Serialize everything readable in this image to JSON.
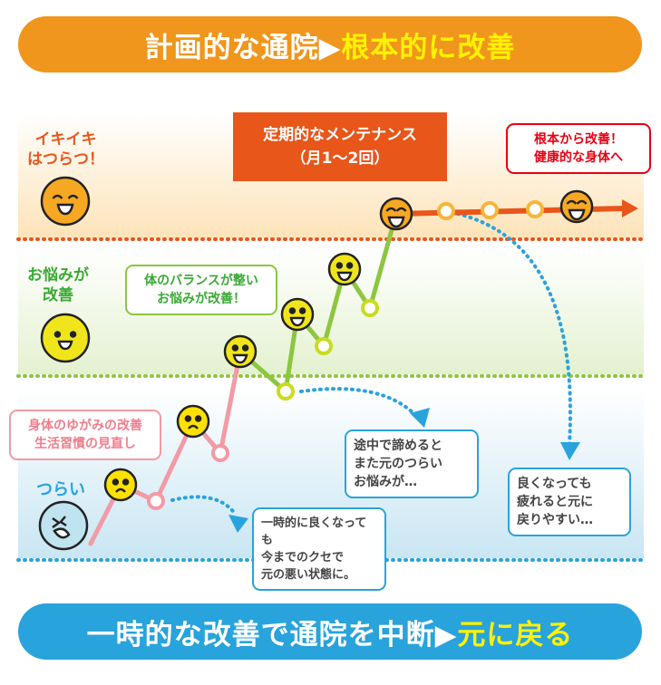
{
  "top_banner": {
    "main": "計画的な通院▶",
    "highlight": "根本的に改善"
  },
  "bottom_banner": {
    "main": "一時的な改善で通院を中断▶",
    "highlight": "元に戻る"
  },
  "levels": {
    "high": [
      "イキイキ",
      "はつらつ！"
    ],
    "mid": [
      "お悩みが",
      "改善"
    ],
    "low": "つらい"
  },
  "callouts": {
    "maintenance": [
      "定期的なメンテナンス",
      "（月1〜2回）"
    ],
    "root": [
      "根本から改善！",
      "健康的な身体へ"
    ],
    "balance": [
      "体のバランスが整い",
      "お悩みが改善！"
    ],
    "distortion": [
      "身体のゆがみの改善",
      "生活習慣の見直し"
    ],
    "give_up": [
      "途中で諦めると",
      "また元のつらい",
      "お悩みが…"
    ],
    "tired": [
      "良くなっても",
      "疲れると元に",
      "戻りやすい…"
    ],
    "temporary": [
      "一時的に良くなっても",
      "今までのクセで",
      "元の悪い状態に。"
    ]
  },
  "colors": {
    "orange": "#f0961c",
    "red_orange": "#e8561a",
    "green": "#8cc63f",
    "pink": "#f29aa6",
    "blue": "#29a3dc",
    "yellow": "#fff200"
  }
}
